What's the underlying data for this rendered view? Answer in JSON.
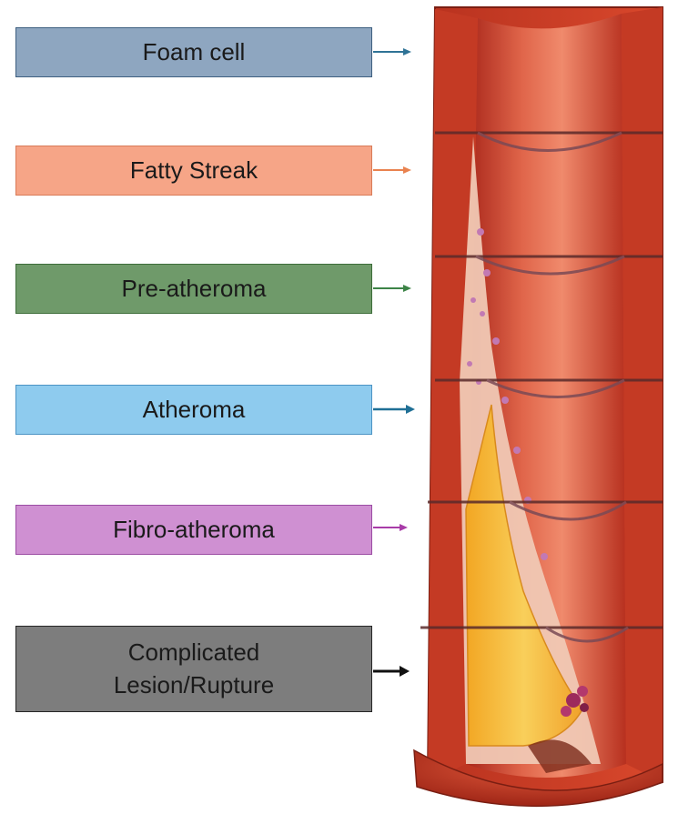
{
  "stages": [
    {
      "id": "foam-cell",
      "label": "Foam cell",
      "fill": "#8ea6c0",
      "border": "#3e5f80",
      "arrow": "#2f7396"
    },
    {
      "id": "fatty-streak",
      "label": "Fatty Streak",
      "fill": "#f6a587",
      "border": "#d97b58",
      "arrow": "#e9824f"
    },
    {
      "id": "pre-atheroma",
      "label": "Pre-atheroma",
      "fill": "#6f9a6a",
      "border": "#3d6d3a",
      "arrow": "#3d8447"
    },
    {
      "id": "atheroma",
      "label": "Atheroma",
      "fill": "#8ecbee",
      "border": "#4c93c4",
      "arrow": "#1f6f95"
    },
    {
      "id": "fibro-atheroma",
      "label": "Fibro-atheroma",
      "fill": "#cf90d2",
      "border": "#9b4ca3",
      "arrow": "#a83ca8"
    },
    {
      "id": "complicated-lesion",
      "label": "Complicated\nLesion/Rupture",
      "fill": "#7d7d7d",
      "border": "#262626",
      "arrow": "#111111"
    }
  ],
  "colors": {
    "vessel_wall": "#c9402a",
    "vessel_lumen": "#e2634a",
    "intima": "#f0c8b4",
    "plaque_core": "#f4b733",
    "media": "#d9502f"
  }
}
